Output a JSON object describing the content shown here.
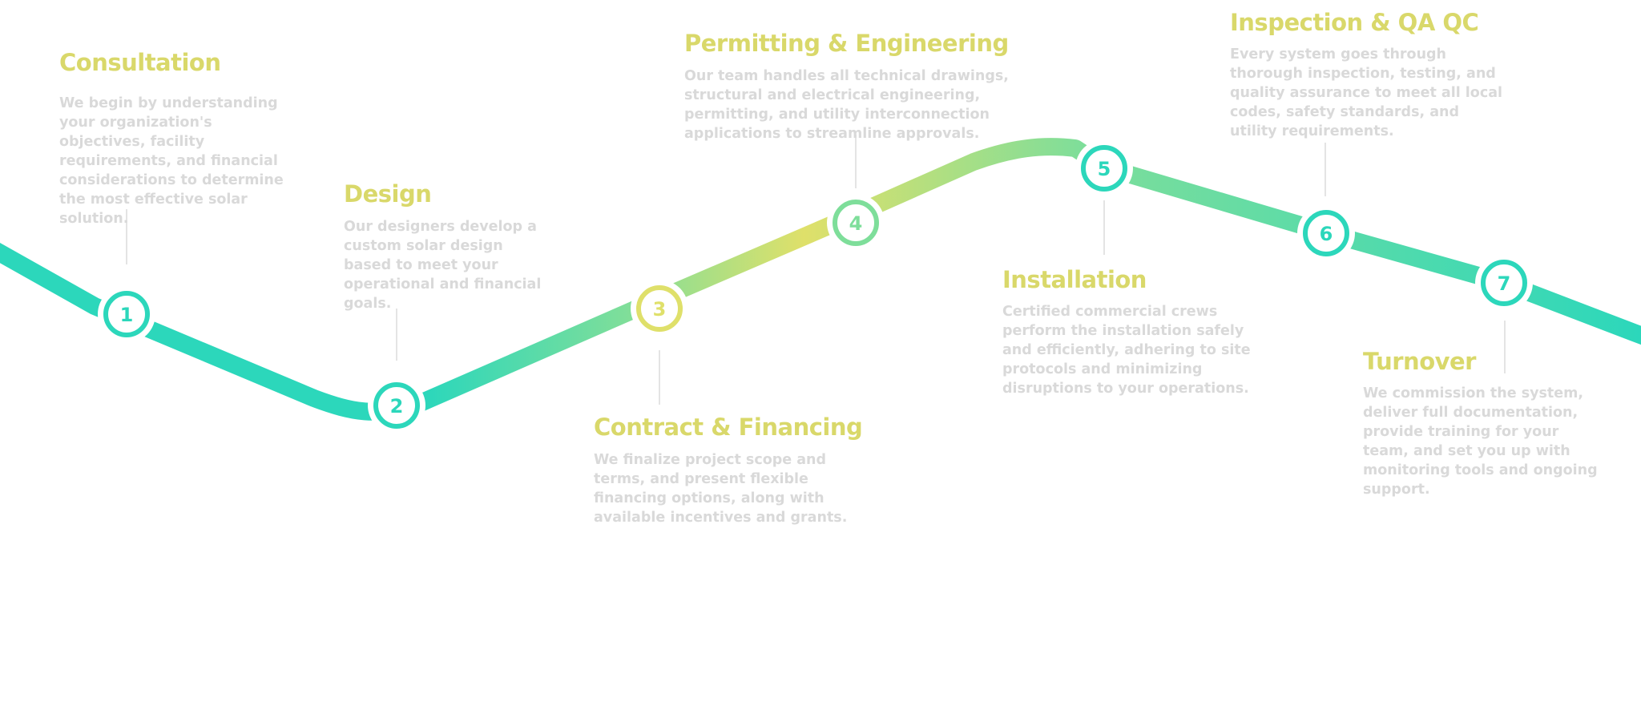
{
  "colors": {
    "title": "#d9d86a",
    "description": "#d9d9d9",
    "connector": "#e4e4e4",
    "teal": "#2cd7bb",
    "mint": "#7ede9a",
    "yellow": "#dfe06a",
    "node_fill": "#ffffff"
  },
  "steps": [
    {
      "number": "1",
      "title": "Consultation",
      "description": "We begin by understanding your organization's objectives, facility requirements, and financial considerations to determine the most effective solar solution."
    },
    {
      "number": "2",
      "title": "Design",
      "description": "Our designers develop a custom solar design based to meet your operational and financial goals."
    },
    {
      "number": "3",
      "title": "Contract & Financing",
      "description": "We finalize project scope and terms, and present flexible financing options, along with available incentives and grants."
    },
    {
      "number": "4",
      "title": "Permitting & Engineering",
      "description": "Our team handles all technical drawings, structural and electrical engineering, permitting, and utility interconnection applications to streamline approvals."
    },
    {
      "number": "5",
      "title": "Installation",
      "description": "Certified commercial crews perform the installation safely and efficiently, adhering to site protocols and minimizing disruptions to your operations."
    },
    {
      "number": "6",
      "title": "Inspection & QA QC",
      "description": "Every system goes through thorough inspection, testing, and quality assurance to meet all local codes, safety standards, and utility requirements."
    },
    {
      "number": "7",
      "title": "Turnover",
      "description": "We commission the system, deliver full documentation, provide training for your team, and set you up with monitoring tools and ongoing support."
    }
  ]
}
